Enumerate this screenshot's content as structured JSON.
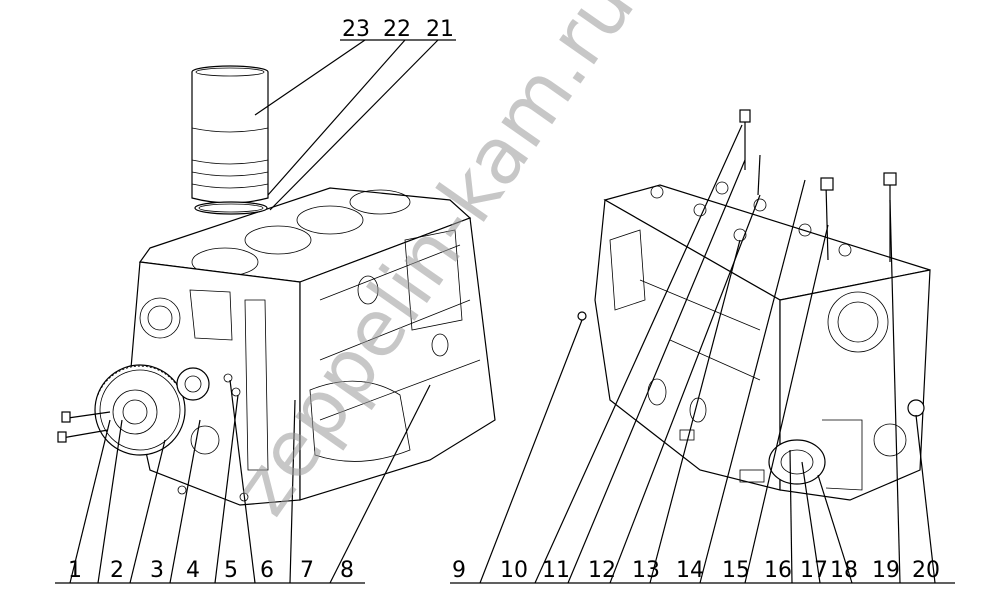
{
  "watermark": "zeppelin-kam.ru",
  "callouts": [
    "1",
    "2",
    "3",
    "4",
    "5",
    "6",
    "7",
    "8",
    "9",
    "10",
    "11",
    "12",
    "13",
    "14",
    "15",
    "16",
    "17",
    "18",
    "19",
    "20",
    "21",
    "22",
    "23"
  ]
}
